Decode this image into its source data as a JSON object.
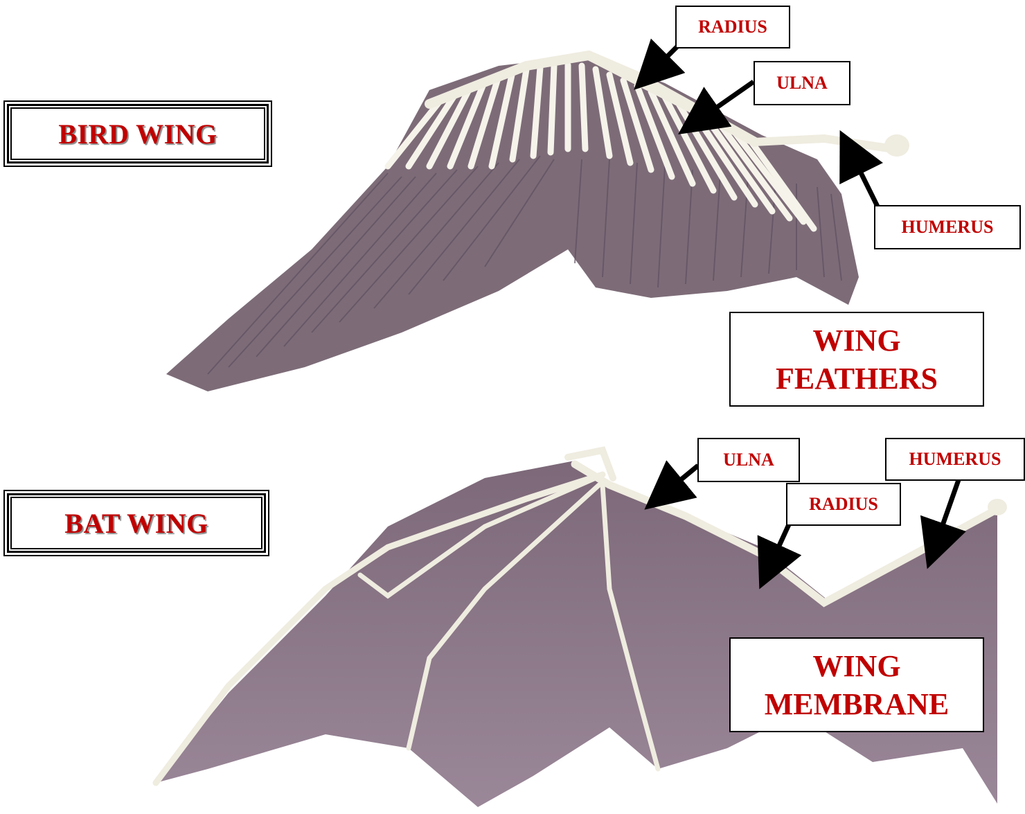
{
  "bird": {
    "title": "BIRD WING",
    "labels": {
      "radius": "RADIUS",
      "ulna": "ULNA",
      "humerus": "HUMERUS",
      "covering": "WING FEATHERS"
    }
  },
  "bat": {
    "title": "BAT WING",
    "labels": {
      "ulna": "ULNA",
      "humerus": "HUMERUS",
      "radius": "RADIUS",
      "covering": "WING MEMBRANE"
    }
  },
  "colors": {
    "label_text": "#c00000",
    "feather": "#7d6c78",
    "membrane": "#8a7687",
    "bone": "#efece0"
  }
}
